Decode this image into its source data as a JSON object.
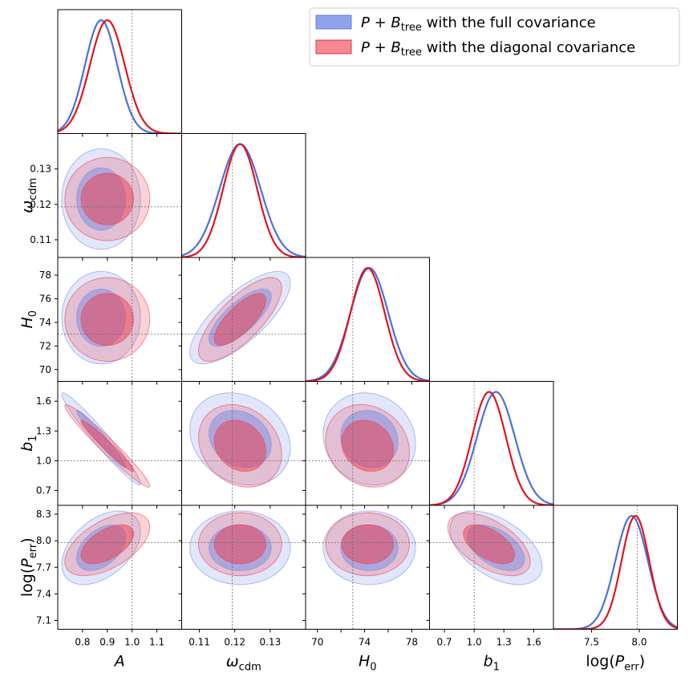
{
  "chart_data": {
    "type": "scatter",
    "subtype": "triangle corner plot (1D marginals + 2D 68%/95% credible contours)",
    "parameters": [
      {
        "key": "A",
        "symbol": "A",
        "sub": "",
        "range": [
          0.7,
          1.2
        ],
        "ticks": [
          0.8,
          0.9,
          1.0,
          1.1
        ],
        "tick_labels": [
          "0.8",
          "0.9",
          "1.0",
          "1.1"
        ],
        "truth": 1.0
      },
      {
        "key": "omega_cdm",
        "symbol": "ω",
        "sub": "cdm",
        "range": [
          0.105,
          0.14
        ],
        "ticks": [
          0.11,
          0.12,
          0.13
        ],
        "tick_labels": [
          "0.11",
          "0.12",
          "0.13"
        ],
        "truth": 0.1193
      },
      {
        "key": "H0",
        "symbol": "H",
        "sub": "0",
        "range": [
          69.0,
          79.5
        ],
        "ticks": [
          70,
          72,
          74,
          76,
          78
        ],
        "tick_labels": [
          "70",
          "72",
          "74",
          "76",
          "78"
        ],
        "x_tick_labels": [
          "70",
          "",
          "74",
          "",
          "78"
        ],
        "truth": 73.0
      },
      {
        "key": "b1",
        "symbol": "b",
        "sub": "1",
        "range": [
          0.55,
          1.8
        ],
        "ticks": [
          0.7,
          1.0,
          1.3,
          1.6
        ],
        "tick_labels": [
          "0.7",
          "1.0",
          "1.3",
          "1.6"
        ],
        "truth": 1.0
      },
      {
        "key": "logPerr",
        "symbol": "log(P",
        "sub": "err",
        "suffix": ")",
        "range": [
          7.0,
          8.4
        ],
        "ticks": [
          7.1,
          7.4,
          7.7,
          8.0,
          8.3
        ],
        "tick_labels": [
          "7.1",
          "7.4",
          "7.7",
          "8.0",
          "8.3"
        ],
        "x_range": [
          7.1,
          8.4
        ],
        "x_ticks": [
          7.5,
          8.0
        ],
        "x_tick_labels": [
          "7.5",
          "8.0"
        ],
        "truth": 7.98
      }
    ],
    "series": [
      {
        "name": "P + B_tree with the full covariance",
        "legend_parts": {
          "p": "P",
          "plus": " + ",
          "b": "B",
          "sub": "tree",
          "rest": " with the full covariance"
        },
        "color": "#4c6fd9",
        "fill": "#6f8ae6",
        "means": [
          0.875,
          0.1215,
          74.4,
          1.22,
          7.92
        ],
        "sigmas": [
          0.065,
          0.0058,
          1.6,
          0.19,
          0.17
        ],
        "correlations": {
          "0-1": 0.0,
          "0-2": 0.0,
          "0-3": -0.97,
          "0-4": 0.45,
          "1-2": 0.75,
          "1-3": -0.2,
          "1-4": 0.0,
          "2-3": -0.1,
          "2-4": 0.0,
          "3-4": -0.5
        }
      },
      {
        "name": "P + B_tree with the diagonal covariance",
        "legend_parts": {
          "p": "P",
          "plus": " + ",
          "b": "B",
          "sub": "tree",
          "rest": " with the diagonal covariance"
        },
        "color": "#e3121f",
        "fill": "#ef3b4a",
        "means": [
          0.9,
          0.1215,
          74.25,
          1.15,
          7.96
        ],
        "sigmas": [
          0.07,
          0.0048,
          1.45,
          0.17,
          0.145
        ],
        "correlations": {
          "0-1": 0.0,
          "0-2": 0.0,
          "0-3": -0.97,
          "0-4": 0.55,
          "1-2": 0.75,
          "1-3": -0.2,
          "1-4": 0.0,
          "2-3": -0.15,
          "2-4": 0.0,
          "3-4": -0.55
        }
      }
    ],
    "contour_levels": [
      "68%",
      "95%"
    ],
    "truth_lines": "dotted grey",
    "legend_position": "top-right"
  }
}
